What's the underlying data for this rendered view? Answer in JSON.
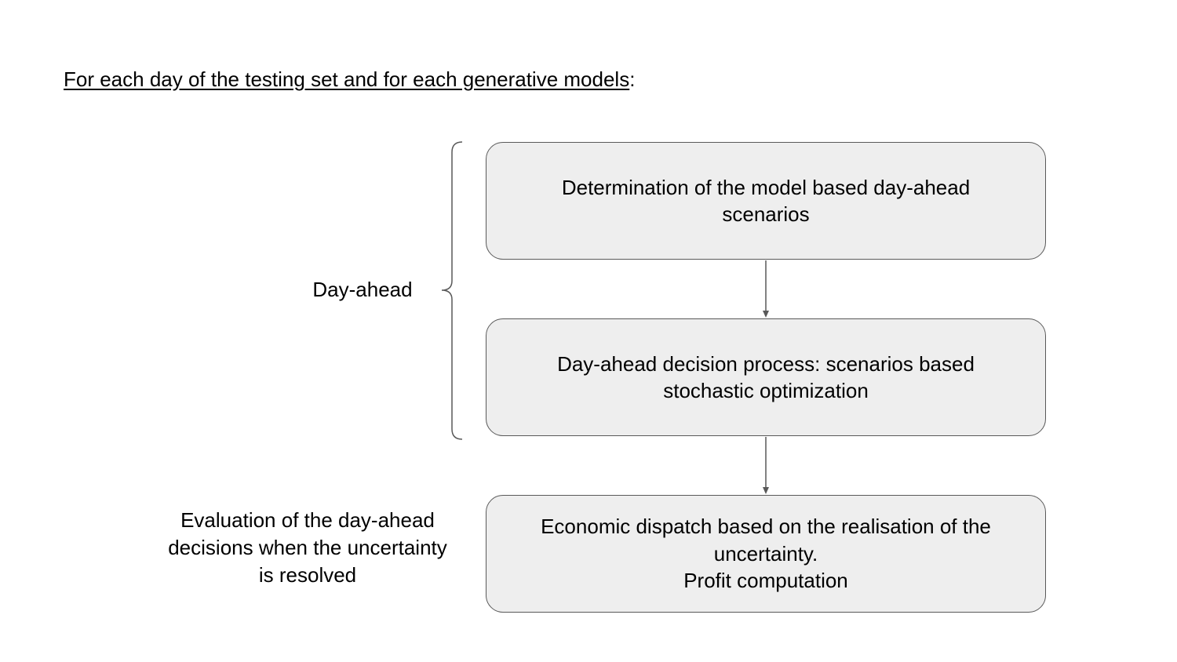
{
  "heading": {
    "underlined_text": "For each day of the testing set and for each generative models",
    "suffix": ":"
  },
  "boxes": [
    {
      "lines": [
        "Determination of the model based day-ahead",
        "scenarios"
      ]
    },
    {
      "lines": [
        "Day-ahead decision process: scenarios based",
        "stochastic optimization"
      ]
    },
    {
      "lines": [
        "Economic dispatch based on the realisation of the",
        "uncertainty.",
        "Profit computation"
      ]
    }
  ],
  "side_labels": {
    "day_ahead": "Day-ahead",
    "evaluation": [
      "Evaluation of the day-ahead",
      "decisions when the uncertainty",
      "is resolved"
    ]
  },
  "colors": {
    "box_fill": "#eeeeee",
    "box_border": "#595959",
    "connector": "#595959",
    "text": "#000000"
  }
}
